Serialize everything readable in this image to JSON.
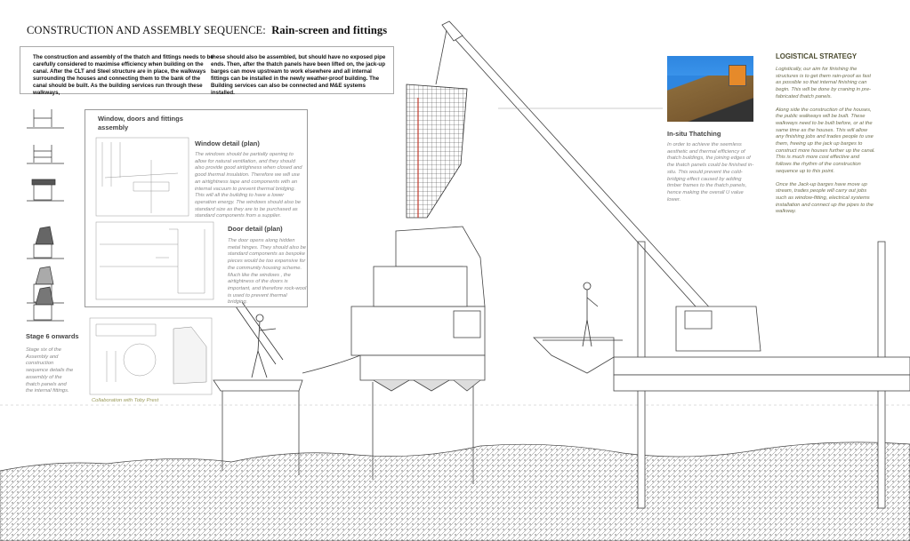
{
  "title": {
    "prefix": "CONSTRUCTION AND ASSEMBLY SEQUENCE:",
    "bold": "Rain-screen and fittings"
  },
  "intro": {
    "col1": "The construction and assembly of the thatch and fittings needs to be carefully considered to maximise efficiency when building on the canal. After the CLT and Steel structure are in place, the walkways surrounding the houses and connecting them to the bank of the canal should be built. As the building services run through these walkways,",
    "col2": "these should also be assembled, but should have no exposed pipe ends. Then, after the thatch panels have been lifted on, the jack-up barges can move upstream to work elsewhere and all internal fittings can be installed in the newly weather-proof building. The Building services can also be connected and M&E systems installed."
  },
  "assembly": {
    "heading": "Window, doors and fittings assembly",
    "window": {
      "heading": "Window detail (plan)",
      "text": "The windows should be partially opening to allow for natural ventilation, and they should also provide good airtighness when closed and good thermal insulation. Therefore we will use an airtightness tape and components with an internal vacuum to prevent thermal bridging. This will all the building to have a lower operation energy. The windows should also be standard size as they are to be purchased as standard components from a supplier."
    },
    "door": {
      "heading": "Door detail (plan)",
      "text": "The door opens along hidden metal hinges. They should also be standard components as bespoke pieces would be too expensive for the community housing scheme. Much like the windows , the airtightness of the doors is important, and therefore rock-wool is used to prevent thermal bridging."
    }
  },
  "stage": {
    "heading": "Stage 6 onwards",
    "text": "Stage six of the Assembly and construction sequence details the assembly of the thatch panels and the internal fittings."
  },
  "collaboration": "Collaboration with Toby Prest",
  "thatching": {
    "heading": "In-situ Thatching",
    "text": "In order to achieve the seemless aesthetic and thermal efficiency of thatch buildings, the joining edges of the thatch panels could be finished in-situ. This would prevent the cold-bridging effect caused by adding timber frames to the thatch panels, hence making the overall U value lower."
  },
  "logistics": {
    "heading": "LOGISTICAL STRATEGY",
    "p1": "Logistically, our aim for finishing the structures is to get them rain-proof as fast as possible so that internal finishing can begin. This will be done by craning in pre-fabricated thatch panels.",
    "p2": "Along side the construction of the houses, the public walkways will be built. These walkways need to be built before, or at the same time as the houses. This will allow any finishing jobs and trades people to use them, freeing up the jack up barges to construct more houses further up the canal. This is much more cost effective and follows the rhythm of the construction sequence up to this point.",
    "p3": "Once the Jack-up barges have move up stream, trades people will carry out jobs such as window-fitting, electrical systems installation and connect up the pipes to the walkway."
  },
  "colors": {
    "heading_olive": "#4a4a2e",
    "caption_olive": "#9a9a5a",
    "thatch_red": "#c0392b"
  }
}
